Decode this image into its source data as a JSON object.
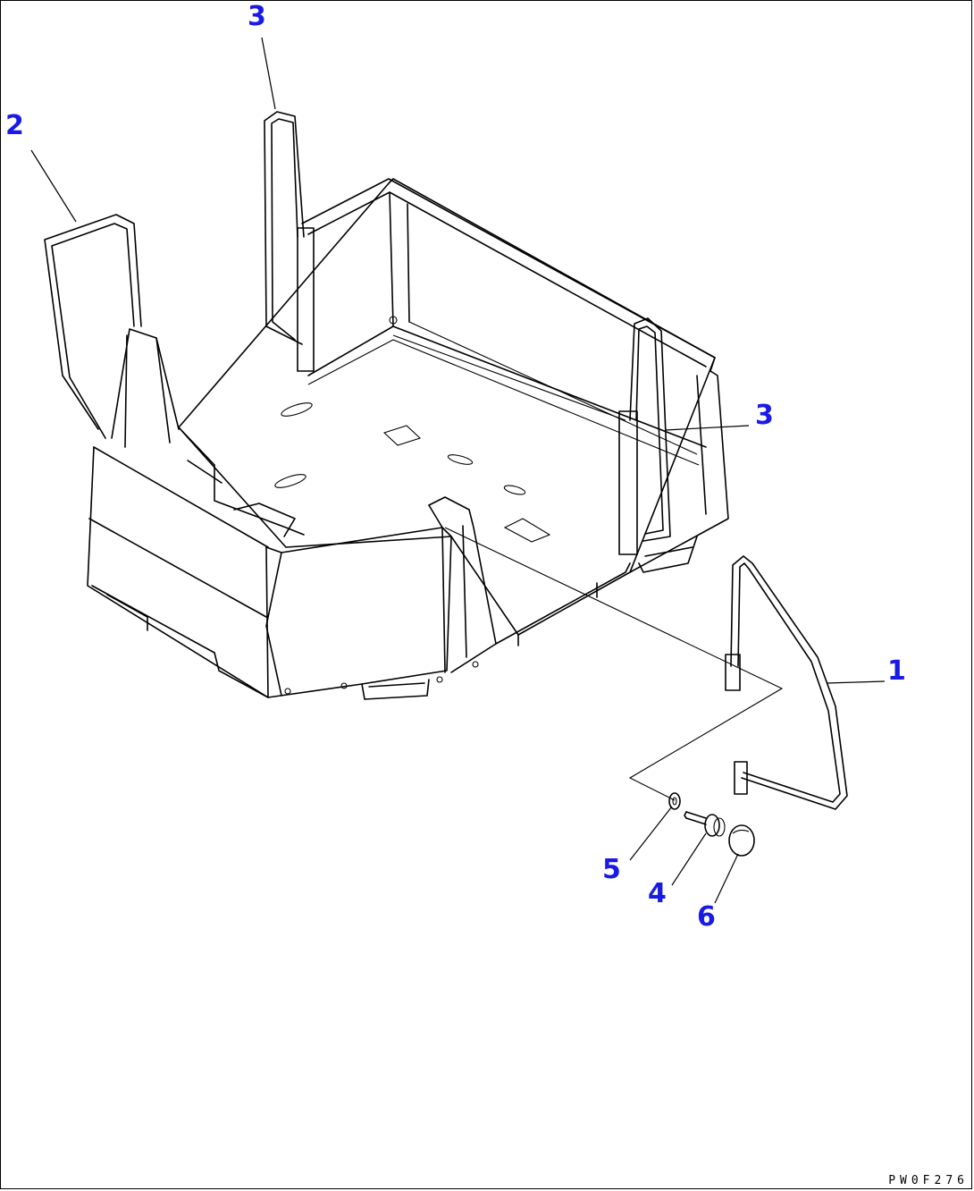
{
  "callouts": {
    "c1": "1",
    "c2": "2",
    "c3_top": "3",
    "c3_right": "3",
    "c4": "4",
    "c5": "5",
    "c6": "6"
  },
  "drawing_code": "PW0F276",
  "colors": {
    "callout": "#1a1ae6",
    "line": "#000000",
    "background": "#ffffff"
  }
}
